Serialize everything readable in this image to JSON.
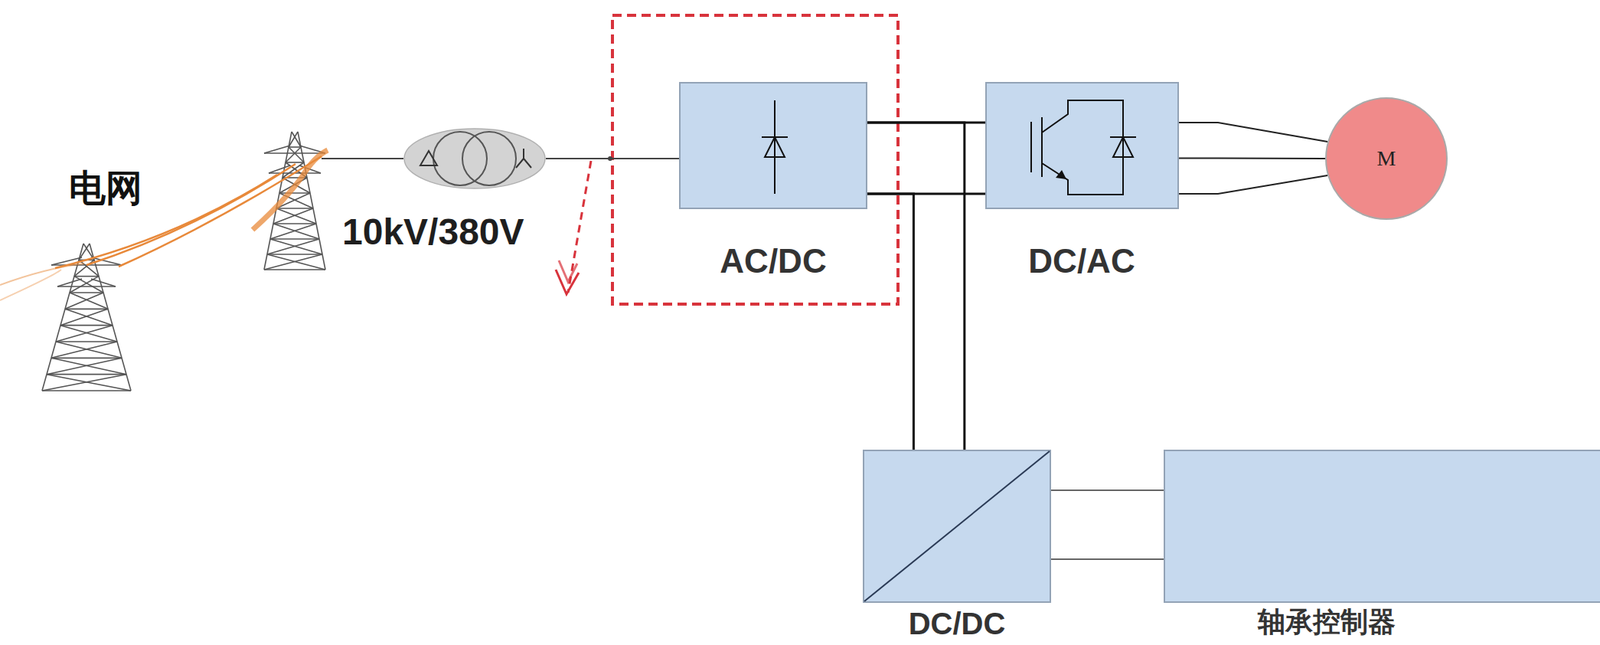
{
  "diagram": {
    "nodes": [
      {
        "text": [
          "10kV/380V"
        ]
      },
      {
        "text": [
          "AC/DC"
        ]
      },
      {
        "text": [
          "DC/AC"
        ]
      },
      {
        "text": [
          "M"
        ]
      },
      {
        "text": [
          "DC/DC"
        ]
      },
      {
        "text": [
          "轴承控制器"
        ]
      }
    ],
    "edges": [
      {
        "from": 0,
        "to": 1,
        "arrow": "none"
      },
      {
        "from": 1,
        "to": 2,
        "arrow": "none"
      },
      {
        "from": 1,
        "to": 4,
        "arrow": "none"
      },
      {
        "from": 2,
        "to": 3,
        "arrow": "none"
      },
      {
        "from": 4,
        "to": 5,
        "arrow": "none"
      }
    ],
    "labels": [
      "电网"
    ]
  }
}
